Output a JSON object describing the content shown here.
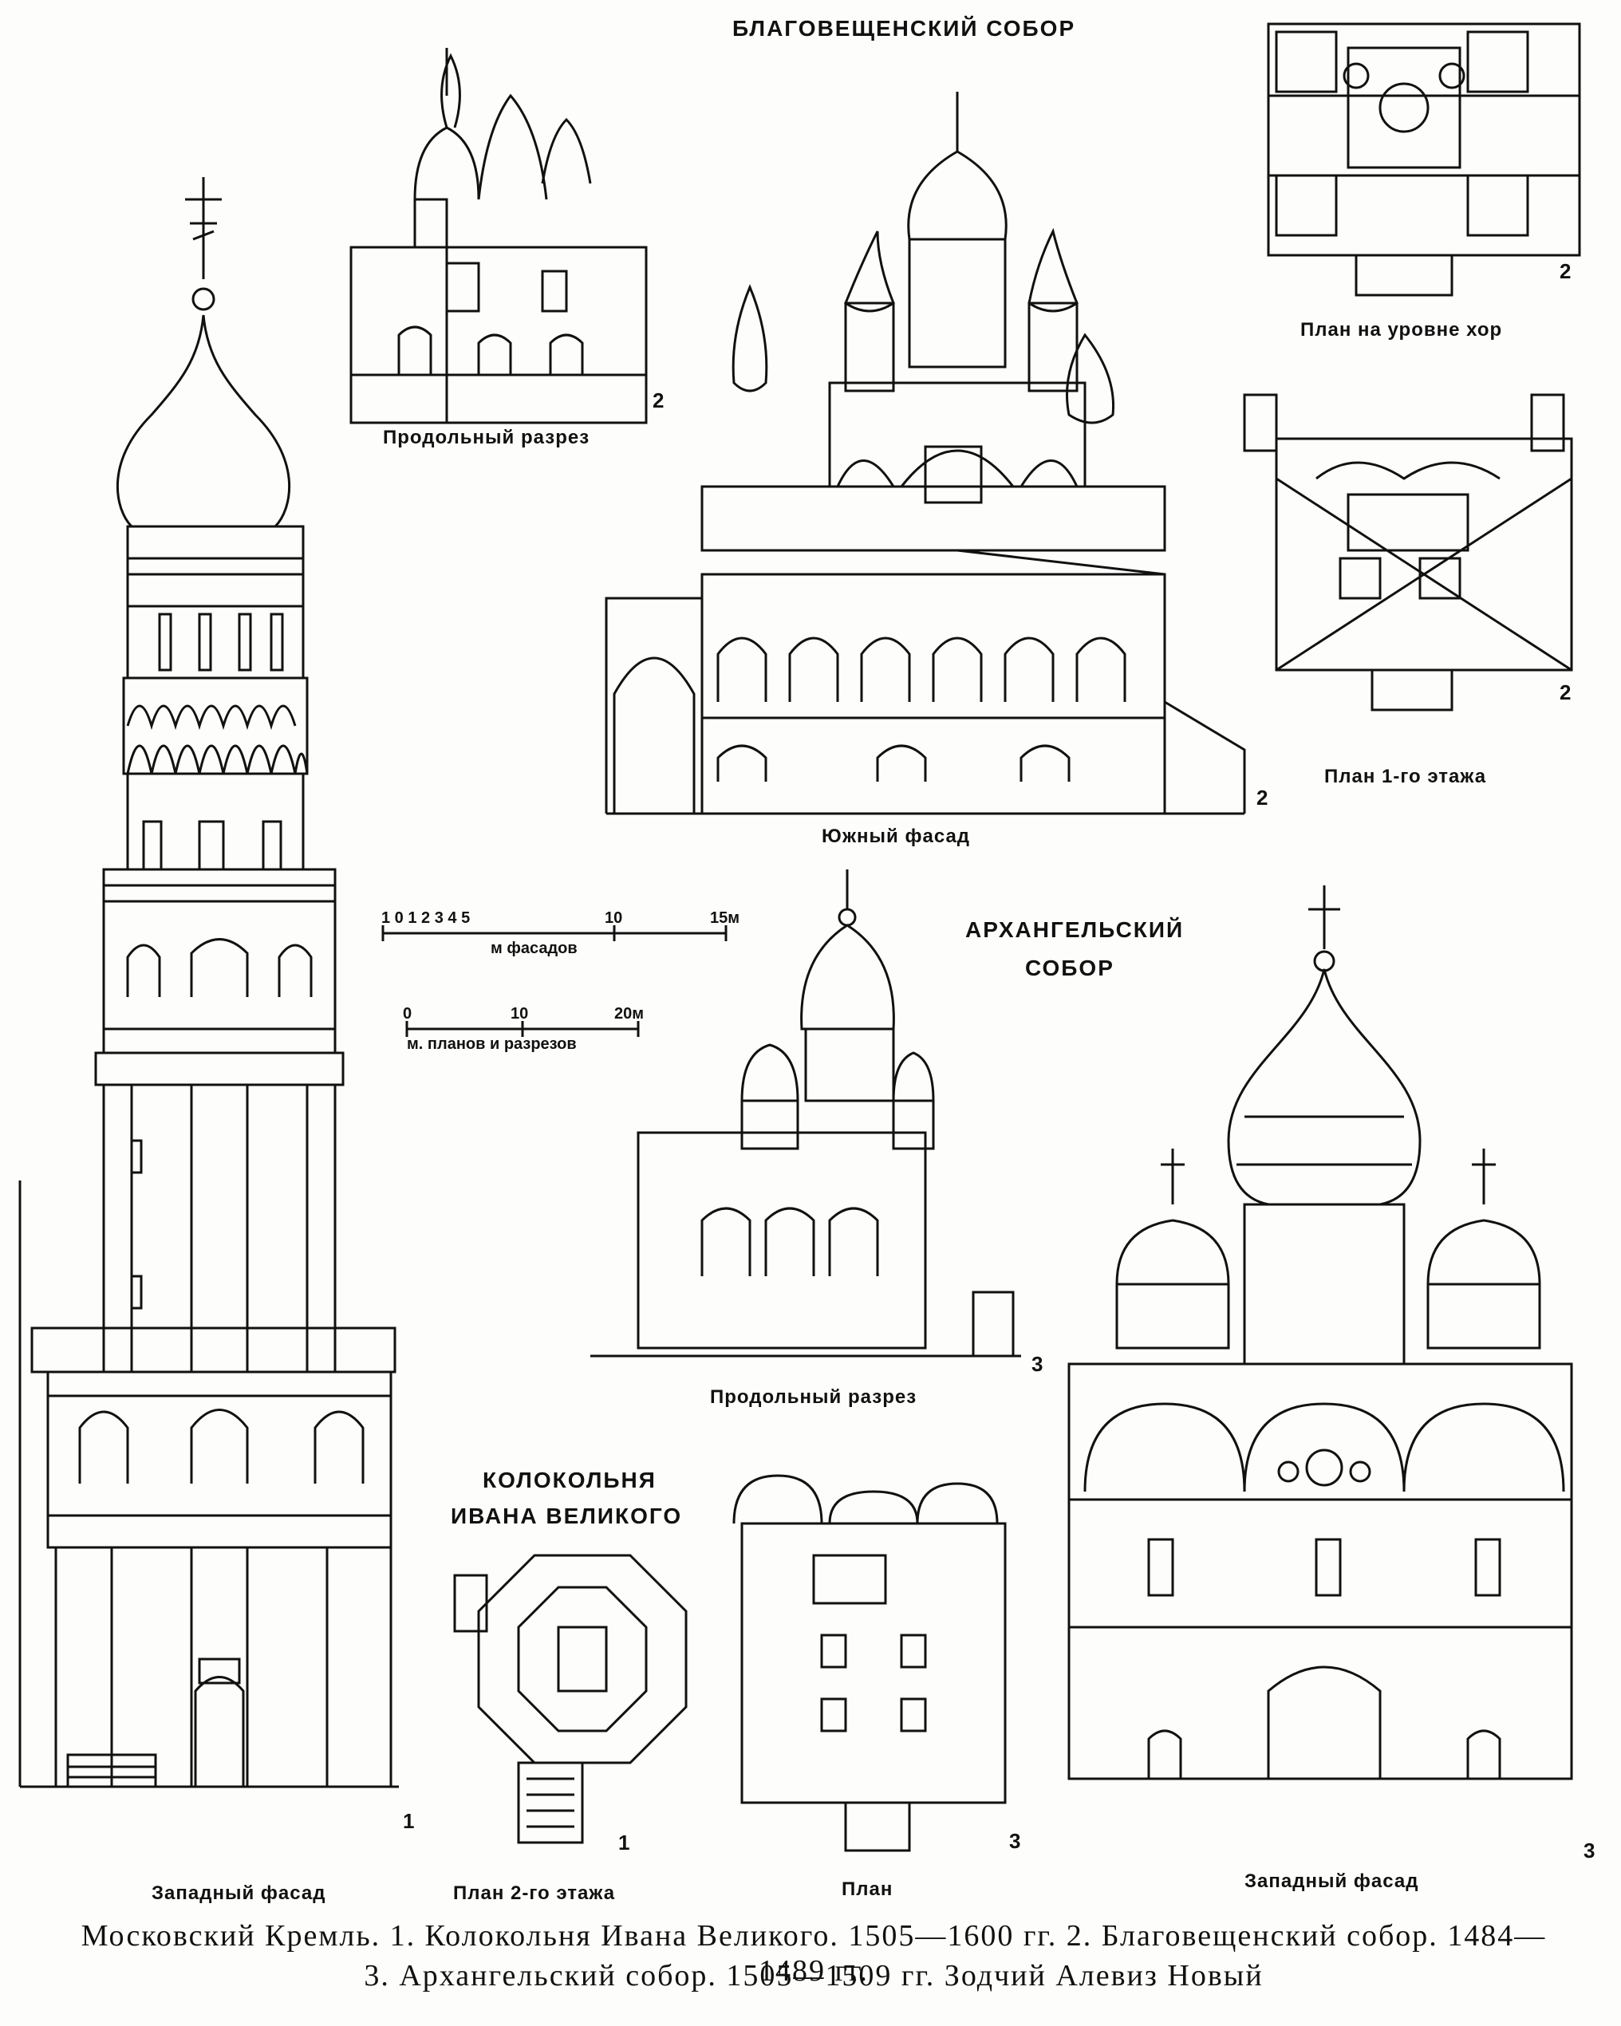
{
  "header": {
    "blagoveshchensky_title": "БЛАГОВЕЩЕНСКИЙ СОБОР"
  },
  "labels": {
    "prodolny_razrez_1": "Продольный разрез",
    "yuzhny_fasad": "Южный фасад",
    "plan_hor": "План на уровне хор",
    "plan_1_etazha": "План 1-го этажа",
    "arkhangelsky_line1": "АРХАНГЕЛЬСКИЙ",
    "arkhangelsky_line2": "СОБОР",
    "prodolny_razrez_3": "Продольный разрез",
    "kolokolnya_line1": "КОЛОКОЛЬНЯ",
    "kolokolnya_line2": "ИВАНА ВЕЛИКОГО",
    "zapadny_fasad_1": "Западный фасад",
    "plan_2_etazha": "План 2-го этажа",
    "plan": "План",
    "zapadny_fasad_3": "Западный фасад"
  },
  "figure_numbers": {
    "razrez_2": "2",
    "fasad_2": "2",
    "plan_hor_2": "2",
    "plan_1_2": "2",
    "razrez_3": "3",
    "bell_1": "1",
    "plan2_1": "1",
    "plan_3": "3",
    "fasad_3": "3"
  },
  "scales": {
    "facade_ticks": "1 0 1 2 3 4 5",
    "facade_10": "10",
    "facade_15": "15м",
    "facade_caption": "м фасадов",
    "plan_0": "0",
    "plan_10": "10",
    "plan_20": "20м",
    "plan_caption": "м. планов и разрезов"
  },
  "caption": {
    "line1": "Московский Кремль. 1. Колокольня Ивана Великого. 1505—1600 гг. 2. Благовещенский собор. 1484—1489 гг.",
    "line2": "3. Архангельский собор. 1505—1509 гг. Зодчий Алевиз Новый"
  }
}
